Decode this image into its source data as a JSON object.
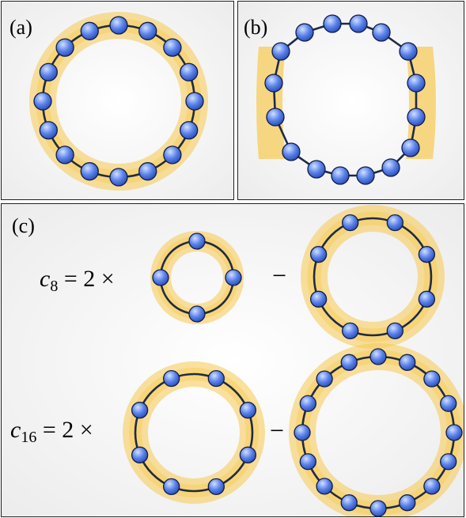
{
  "panels": {
    "a": {
      "label": "(a)"
    },
    "b": {
      "label": "(b)"
    },
    "c": {
      "label": "(c)"
    }
  },
  "equations": {
    "c8": {
      "var": "c",
      "sub": "8",
      "rhs": " = 2 ×"
    },
    "c16": {
      "var": "c",
      "sub": "16",
      "rhs": " = 2 ×"
    }
  },
  "minus_sign": "−",
  "colors": {
    "bead_fill": "#5b82ea",
    "bead_stroke": "#0d1c4a",
    "bond": "#1e2a47",
    "halo": "#f7c94f",
    "panel_bg": "#f4f4f4"
  },
  "rings": [
    {
      "id": "ring-a",
      "beads": 16
    },
    {
      "id": "ring-b",
      "beads": 16
    },
    {
      "id": "ring-c8-small",
      "beads": 4
    },
    {
      "id": "ring-c8-large",
      "beads": 8
    },
    {
      "id": "ring-c16-small",
      "beads": 8
    },
    {
      "id": "ring-c16-large",
      "beads": 16
    }
  ]
}
